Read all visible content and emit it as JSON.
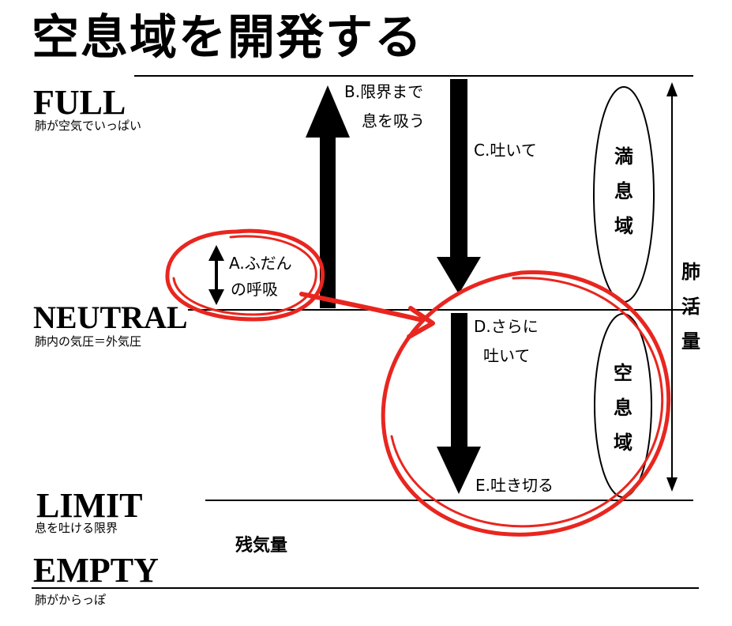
{
  "title": "空息域を開発する",
  "levels": {
    "full": {
      "label": "FULL",
      "desc": "肺が空気でいっぱい"
    },
    "neutral": {
      "label": "NEUTRAL",
      "desc": "肺内の気圧＝外気圧"
    },
    "limit": {
      "label": "LIMIT",
      "desc": "息を吐ける限界"
    },
    "empty": {
      "label": "EMPTY",
      "desc": "肺がからっぽ"
    }
  },
  "steps": {
    "a_line1": "A.ふだん",
    "a_line2": "の呼吸",
    "b_line1": "B.限界まで",
    "b_line2": "息を吸う",
    "c": "C.吐いて",
    "d_line1": "D.さらに",
    "d_line2": "吐いて",
    "e": "E.吐き切る"
  },
  "zones": {
    "manso": "満息域",
    "kuso": "空息域",
    "lung_capacity": "肺活量",
    "residual": "残気量"
  },
  "colors": {
    "highlight": "#e8261f",
    "ink": "#000000"
  }
}
